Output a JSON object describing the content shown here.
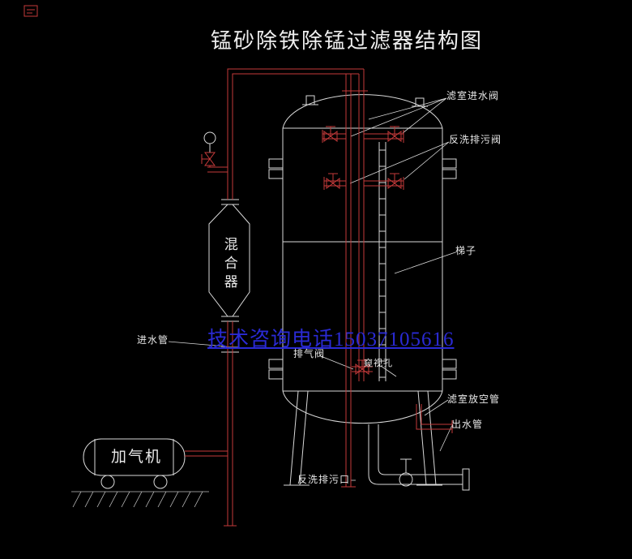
{
  "title": "锰砂除铁除锰过滤器结构图",
  "watermark": "技术咨询电话15037105616",
  "labels": {
    "filter_inlet_valve": "滤室进水阀",
    "backwash_drain_valve": "反洗排污阀",
    "ladder": "梯子",
    "vent_pipe": "滤室放空管",
    "outlet_pipe": "出水管",
    "inlet_pipe": "进水管",
    "exhaust_valve": "排气阀",
    "sight_hole": "窥视孔",
    "backwash_drain_outlet": "反洗排污口",
    "mixer_vessel": "混合器",
    "aerator": "加气机"
  },
  "colors": {
    "background": "#000000",
    "line_white": "#d9d9d9",
    "pipe_red": "#c43a3a",
    "watermark_blue": "#2a2ad4",
    "label_white": "#e8e8e8"
  }
}
